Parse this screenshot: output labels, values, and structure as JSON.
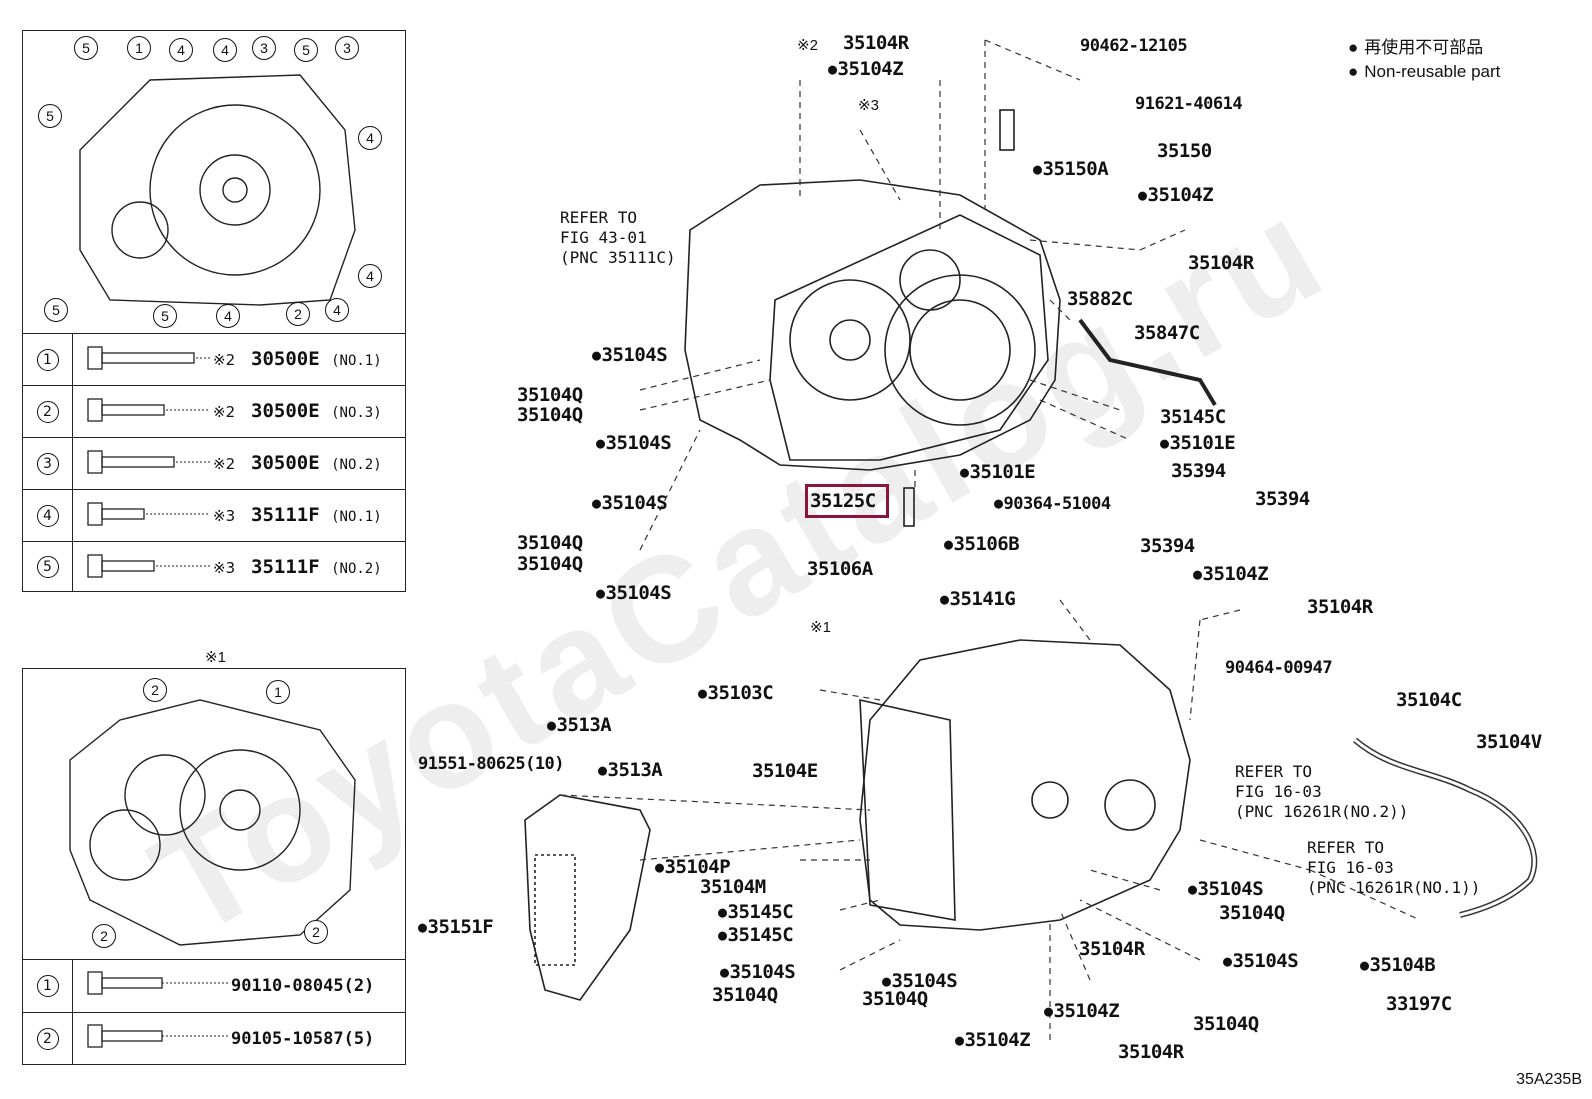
{
  "watermark": "ToyotaCatalog.ru",
  "legend": {
    "line1": "再使用不可部品",
    "line2": "Non-reusable part"
  },
  "diagram_code": "35A235B",
  "highlighted_part": "35125C",
  "notes": {
    "n1": "※1",
    "n2": "※2",
    "n3": "※3"
  },
  "refs": {
    "r1": "REFER TO\nFIG 43-01\n(PNC 35111C)",
    "r2": "REFER TO\nFIG 16-03\n(PNC 16261R(NO.2))",
    "r3": "REFER TO\nFIG 16-03\n(PNC 16261R(NO.1))"
  },
  "labels": {
    "l_35104R_top": "35104R",
    "l_35104Z_top": "35104Z",
    "l_90462": "90462-12105",
    "l_91621": "91621-40614",
    "l_35150": "35150",
    "l_35150A": "35150A",
    "l_35104Z_r": "35104Z",
    "l_35104R_r": "35104R",
    "l_35882C": "35882C",
    "l_35847C": "35847C",
    "l_35145C_r": "35145C",
    "l_35101E_r": "35101E",
    "l_35394_a": "35394",
    "l_35394_b": "35394",
    "l_35394_c": "35394",
    "l_35101E_m": "35101E",
    "l_90364": "90364-51004",
    "l_35104S_1": "35104S",
    "l_35104Q_1": "35104Q",
    "l_35104Q_2": "35104Q",
    "l_35104S_2": "35104S",
    "l_35104S_3": "35104S",
    "l_35104Q_3": "35104Q",
    "l_35104Q_4": "35104Q",
    "l_35104S_4": "35104S",
    "l_35125C": "35125C",
    "l_35106B": "35106B",
    "l_35106A": "35106A",
    "l_35141G": "35141G",
    "l_35104Z_m": "35104Z",
    "l_35104R_m": "35104R",
    "l_90464": "90464-00947",
    "l_35104C": "35104C",
    "l_35104V": "35104V",
    "l_35103C": "35103C",
    "l_3513A_1": "3513A",
    "l_3513A_2": "3513A",
    "l_91551": "91551-80625(10)",
    "l_35104E": "35104E",
    "l_35104P": "35104P",
    "l_35104M": "35104M",
    "l_35145C_1": "35145C",
    "l_35145C_2": "35145C",
    "l_35151F": "35151F",
    "l_35104S_5": "35104S",
    "l_35104S_6": "35104S",
    "l_35104Q_5": "35104Q",
    "l_35104Q_6": "35104Q",
    "l_35104S_7": "35104S",
    "l_35104Q_7": "35104Q",
    "l_35104R_b": "35104R",
    "l_35104S_8": "35104S",
    "l_35104Z_b1": "35104Z",
    "l_35104Q_8": "35104Q",
    "l_35104Z_b2": "35104Z",
    "l_35104R_b2": "35104R",
    "l_35104B": "35104B",
    "l_33197C": "33197C"
  },
  "bolt_table_1": [
    {
      "n": "1",
      "mark": "※2",
      "part": "30500E",
      "note": "(NO.1)"
    },
    {
      "n": "2",
      "mark": "※2",
      "part": "30500E",
      "note": "(NO.3)"
    },
    {
      "n": "3",
      "mark": "※2",
      "part": "30500E",
      "note": "(NO.2)"
    },
    {
      "n": "4",
      "mark": "※3",
      "part": "35111F",
      "note": "(NO.1)"
    },
    {
      "n": "5",
      "mark": "※3",
      "part": "35111F",
      "note": "(NO.2)"
    }
  ],
  "bolt_table_2": [
    {
      "n": "1",
      "part": "90110-08045(2)"
    },
    {
      "n": "2",
      "part": "90105-10587(5)"
    }
  ],
  "callouts_1": [
    "5",
    "1",
    "4",
    "4",
    "3",
    "5",
    "3",
    "5",
    "4",
    "4",
    "5",
    "4",
    "2",
    "4",
    "5"
  ],
  "callouts_2": [
    "2",
    "1",
    "2",
    "2"
  ]
}
